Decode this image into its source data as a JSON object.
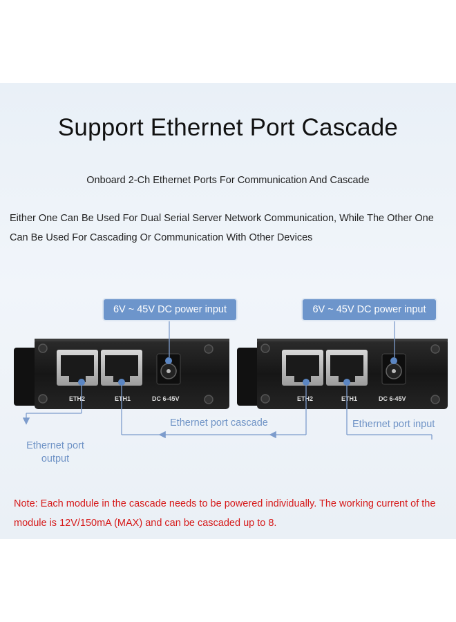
{
  "title": "Support Ethernet Port Cascade",
  "subtitle": "Onboard 2-Ch Ethernet Ports For Communication And Cascade",
  "description": "Either One Can Be Used For Dual Serial Server Network Communication, While The Other One Can Be Used For Cascading Or Communication With Other Devices",
  "modules": [
    {
      "power_callout": "6V ~ 45V DC power input",
      "port_labels": {
        "eth2": "ETH2",
        "eth1": "ETH1",
        "dc": "DC 6-45V"
      }
    },
    {
      "power_callout": "6V ~ 45V DC power input",
      "port_labels": {
        "eth2": "ETH2",
        "eth1": "ETH1",
        "dc": "DC 6-45V"
      }
    }
  ],
  "labels": {
    "ethernet_port_output_line1": "Ethernet port",
    "ethernet_port_output_line2": "output",
    "ethernet_port_cascade": "Ethernet port cascade",
    "ethernet_port_input": "Ethernet port input"
  },
  "note": "Note: Each module in the cascade needs to be powered individually. The working current of the module is 12V/150mA (MAX) and can be cascaded up to 8.",
  "colors": {
    "callout_bg": "#6d95cb",
    "line": "#7d9ccc",
    "note_text": "#d61a1a",
    "device_body": "#1b1b1b"
  }
}
